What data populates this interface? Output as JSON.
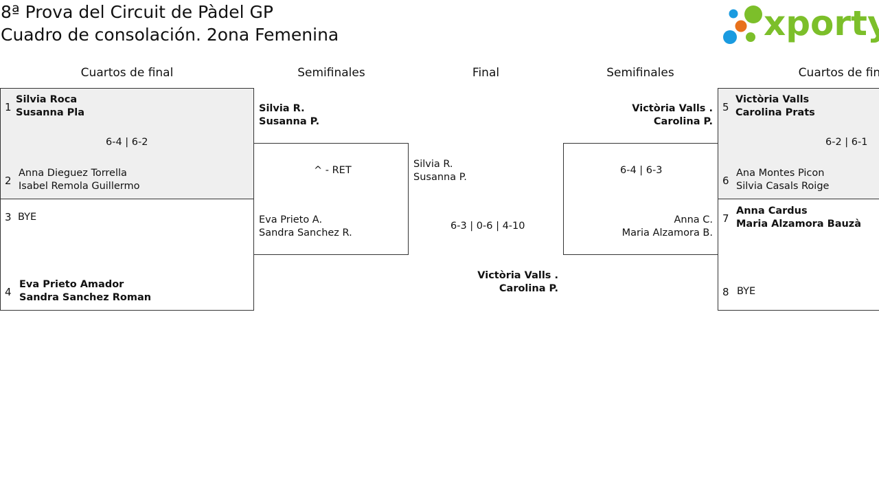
{
  "header": {
    "title_line1": "8ª Prova del Circuit de Pàdel GP",
    "title_line2": "Cuadro de consolación. 2ona Femenina",
    "logo_text": "xporty"
  },
  "rounds": {
    "qf_left": "Cuartos de final",
    "sf_left": "Semifinales",
    "final": "Final",
    "sf_right": "Semifinales",
    "qf_right": "Cuartos de final"
  },
  "qf_left": {
    "match1": {
      "seed_a": "1",
      "a1": "Silvia Roca",
      "a2": "Susanna Pla",
      "score": "6-4 | 6-2",
      "seed_b": "2",
      "b1": "Anna Dieguez Torrella",
      "b2": "Isabel Remola Guillermo"
    },
    "match2": {
      "seed_a": "3",
      "a1": "BYE",
      "seed_b": "4",
      "b1": "Eva Prieto Amador",
      "b2": "Sandra Sanchez Roman"
    }
  },
  "sf_left": {
    "a1": "Silvia R.",
    "a2": "Susanna P.",
    "score": "^ - RET",
    "b1": "Eva Prieto A.",
    "b2": "Sandra Sanchez R."
  },
  "final": {
    "a1": "Silvia R.",
    "a2": "Susanna P.",
    "score": "6-3 | 0-6 | 4-10",
    "w1": "Victòria Valls .",
    "w2": "Carolina P."
  },
  "sf_right": {
    "a1": "Victòria Valls .",
    "a2": "Carolina P.",
    "score": "6-4 | 6-3",
    "b1": "Anna C.",
    "b2": "Maria Alzamora B."
  },
  "qf_right": {
    "match1": {
      "seed_a": "5",
      "a1": "Victòria Valls",
      "a2": "Carolina Prats",
      "score": "6-2 | 6-1",
      "seed_b": "6",
      "b1": "Ana Montes Picon",
      "b2": "Silvia Casals Roige"
    },
    "match2": {
      "seed_a": "7",
      "a1": "Anna Cardus",
      "a2": "Maria Alzamora Bauzà",
      "seed_b": "8",
      "b1": "BYE"
    }
  },
  "colors": {
    "logo_green": "#7cbf2a",
    "logo_blue": "#1a9be0",
    "logo_orange": "#e8711b",
    "winner_bg": "#efefef"
  }
}
